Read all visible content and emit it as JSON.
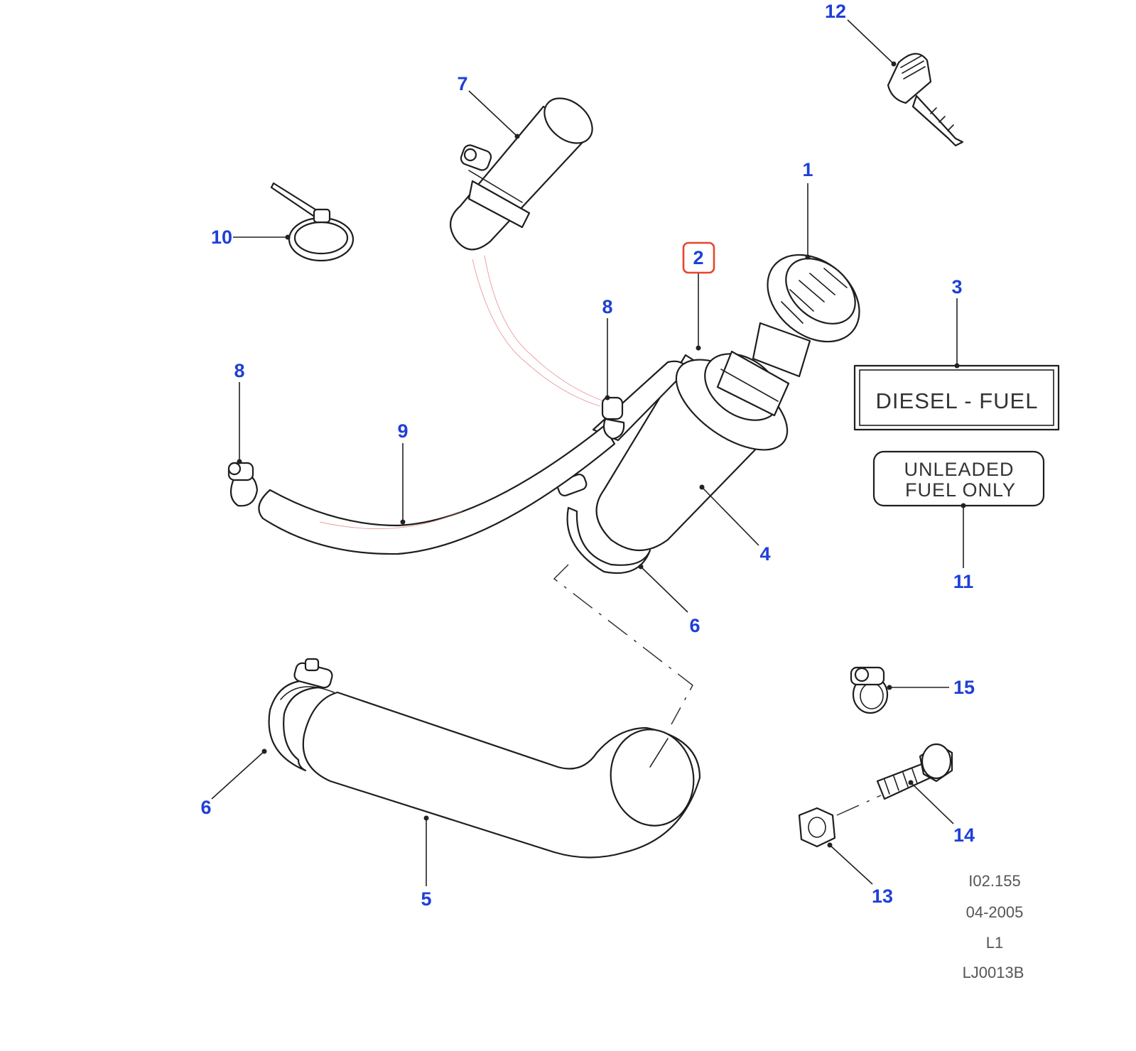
{
  "callouts": [
    {
      "id": "c1",
      "label": "1"
    },
    {
      "id": "c2",
      "label": "2",
      "highlighted": true
    },
    {
      "id": "c3",
      "label": "3"
    },
    {
      "id": "c4",
      "label": "4"
    },
    {
      "id": "c5",
      "label": "5"
    },
    {
      "id": "c6a",
      "label": "6"
    },
    {
      "id": "c6b",
      "label": "6"
    },
    {
      "id": "c7",
      "label": "7"
    },
    {
      "id": "c8a",
      "label": "8"
    },
    {
      "id": "c8b",
      "label": "8"
    },
    {
      "id": "c9",
      "label": "9"
    },
    {
      "id": "c10",
      "label": "10"
    },
    {
      "id": "c11",
      "label": "11"
    },
    {
      "id": "c12",
      "label": "12"
    },
    {
      "id": "c13",
      "label": "13"
    },
    {
      "id": "c14",
      "label": "14"
    },
    {
      "id": "c15",
      "label": "15"
    }
  ],
  "decals": {
    "diesel": "DIESEL - FUEL",
    "unleaded_line1": "UNLEADED",
    "unleaded_line2": "FUEL ONLY"
  },
  "reference": {
    "illustration_no": "I02.155",
    "date": "04-2005",
    "level": "L1",
    "code": "LJ0013B"
  },
  "colors": {
    "callout": "#1f3fd8",
    "highlight": "#e8442e",
    "line": "#1e1e1e"
  }
}
